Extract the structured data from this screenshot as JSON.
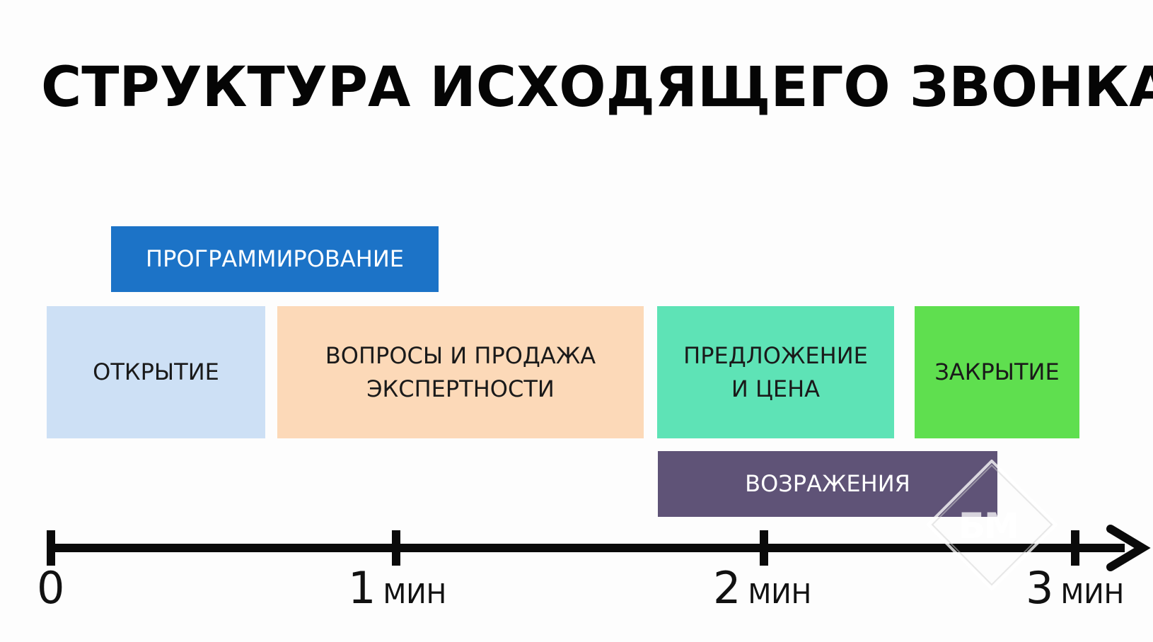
{
  "title": "СТРУКТУРА ИСХОДЯЩЕГО ЗВОНКА",
  "blocks": [
    {
      "id": "programming",
      "label": "ПРОГРАММИРОВАНИЕ",
      "color": "#1c73c7",
      "text_color": "#ffffff"
    },
    {
      "id": "opening",
      "label": "ОТКРЫТИЕ",
      "color": "#cde0f5",
      "text_color": "#1a1a1a"
    },
    {
      "id": "questions",
      "label": "ВОПРОСЫ И ПРОДАЖА\nЭКСПЕРТНОСТИ",
      "color": "#fcd9b8",
      "text_color": "#1a1a1a"
    },
    {
      "id": "offer",
      "label": "ПРЕДЛОЖЕНИЕ\nИ ЦЕНА",
      "color": "#5ee3b6",
      "text_color": "#1a1a1a"
    },
    {
      "id": "closing",
      "label": "ЗАКРЫТИЕ",
      "color": "#5fdf4f",
      "text_color": "#1a1a1a"
    },
    {
      "id": "objections",
      "label": "ВОЗРАЖЕНИЯ",
      "color": "#5f5377",
      "text_color": "#ffffff"
    }
  ],
  "axis": {
    "ticks": [
      {
        "value": "0",
        "unit": ""
      },
      {
        "value": "1",
        "unit": "МИН"
      },
      {
        "value": "2",
        "unit": "МИН"
      },
      {
        "value": "3",
        "unit": "МИН"
      }
    ],
    "color": "#0a0a0a"
  },
  "watermark": {
    "text": "БМ"
  }
}
